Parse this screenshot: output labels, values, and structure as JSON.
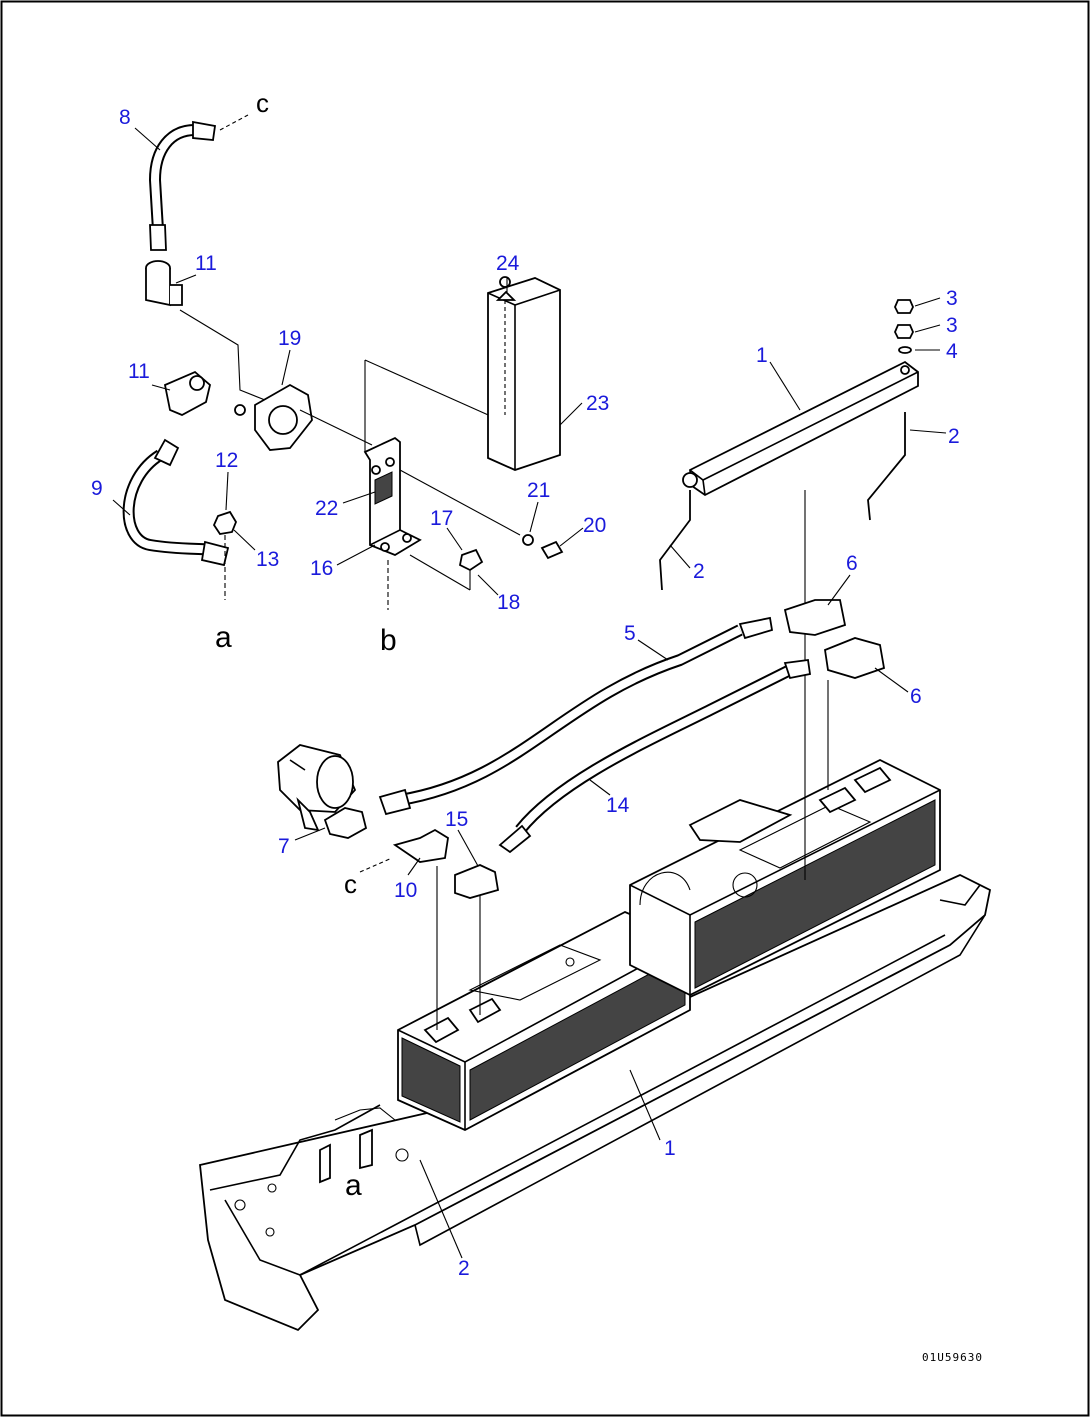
{
  "diagram": {
    "callouts": [
      {
        "id": "c8",
        "text": "8"
      },
      {
        "id": "c11a",
        "text": "11"
      },
      {
        "id": "c11b",
        "text": "11"
      },
      {
        "id": "c19",
        "text": "19"
      },
      {
        "id": "c24",
        "text": "24"
      },
      {
        "id": "c23",
        "text": "23"
      },
      {
        "id": "c9",
        "text": "9"
      },
      {
        "id": "c12",
        "text": "12"
      },
      {
        "id": "c13",
        "text": "13"
      },
      {
        "id": "c22",
        "text": "22"
      },
      {
        "id": "c16",
        "text": "16"
      },
      {
        "id": "c17",
        "text": "17"
      },
      {
        "id": "c18",
        "text": "18"
      },
      {
        "id": "c21",
        "text": "21"
      },
      {
        "id": "c20",
        "text": "20"
      },
      {
        "id": "c3a",
        "text": "3"
      },
      {
        "id": "c3b",
        "text": "3"
      },
      {
        "id": "c4",
        "text": "4"
      },
      {
        "id": "c1a",
        "text": "1"
      },
      {
        "id": "c2a",
        "text": "2"
      },
      {
        "id": "c2b",
        "text": "2"
      },
      {
        "id": "c6a",
        "text": "6"
      },
      {
        "id": "c6b",
        "text": "6"
      },
      {
        "id": "c5",
        "text": "5"
      },
      {
        "id": "c14",
        "text": "14"
      },
      {
        "id": "c15",
        "text": "15"
      },
      {
        "id": "c7",
        "text": "7"
      },
      {
        "id": "c10",
        "text": "10"
      },
      {
        "id": "c1b",
        "text": "1"
      },
      {
        "id": "c2c",
        "text": "2"
      }
    ],
    "refs": {
      "c_top": "c",
      "a_left": "a",
      "b_left": "b",
      "c_mid": "c",
      "a_bottom": "a"
    },
    "drawing_code": "01U59630",
    "colors": {
      "callout": "#1a1adb",
      "line": "#000000",
      "background": "#ffffff"
    }
  }
}
